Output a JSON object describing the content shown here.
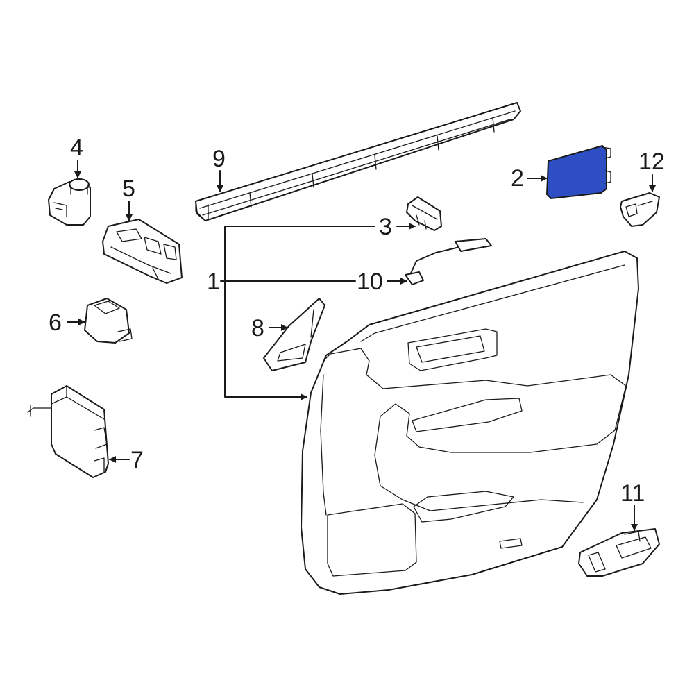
{
  "callouts": {
    "c1": "1",
    "c2": "2",
    "c3": "3",
    "c4": "4",
    "c5": "5",
    "c6": "6",
    "c7": "7",
    "c8": "8",
    "c9": "9",
    "c10": "10",
    "c11": "11",
    "c12": "12"
  },
  "colors": {
    "highlight_fill": "#2e4fc4",
    "line": "#1a1a1a",
    "background": "#ffffff"
  }
}
